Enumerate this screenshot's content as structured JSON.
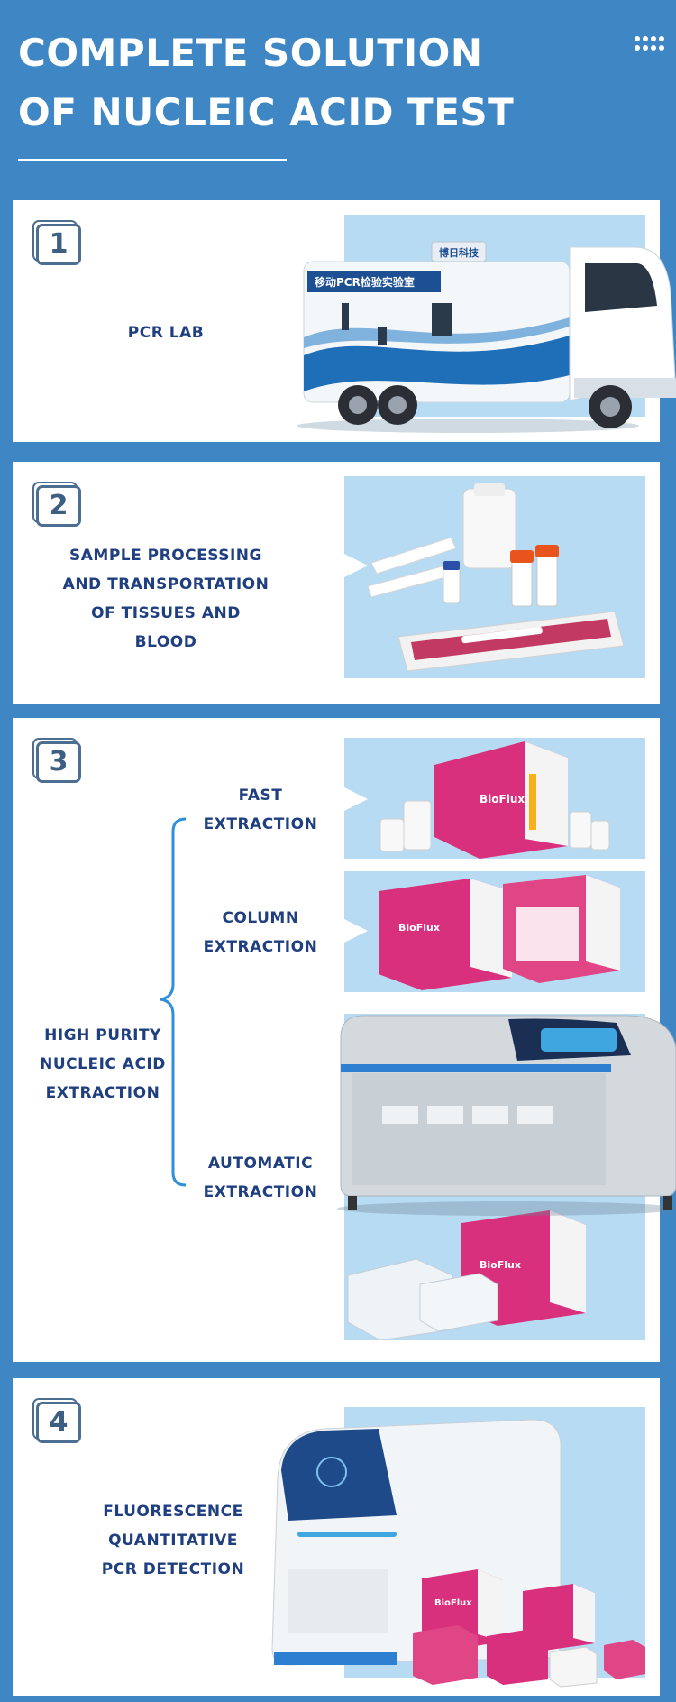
{
  "header": {
    "title_line1": "COMPLETE SOLUTION",
    "title_line2": "OF NUCLEIC ACID TEST"
  },
  "sections": [
    {
      "number": "1",
      "label_lines": [
        "PCR LAB"
      ]
    },
    {
      "number": "2",
      "label_lines": [
        "SAMPLE PROCESSING",
        "AND TRANSPORTATION",
        "OF TISSUES AND BLOOD"
      ]
    },
    {
      "number": "3",
      "main_label_lines": [
        "HIGH PURITY",
        "NUCLEIC ACID",
        "EXTRACTION"
      ],
      "methods": [
        {
          "label_lines": [
            "FAST",
            "EXTRACTION"
          ]
        },
        {
          "label_lines": [
            "COLUMN",
            "EXTRACTION"
          ]
        },
        {
          "label_lines": [
            "AUTOMATIC",
            "EXTRACTION"
          ]
        }
      ]
    },
    {
      "number": "4",
      "label_lines": [
        "FLUORESCENCE",
        "QUANTITATIVE",
        "PCR DETECTION"
      ]
    }
  ],
  "image_text": {
    "truck_cn_banner": "移动PCR检验实验室",
    "truck_cn_brand": "博日科技",
    "kit_brand": "BioFlux"
  },
  "colors": {
    "background": "#3f86c4",
    "panel": "#ffffff",
    "label_text": "#1f3f80",
    "number_badge": "#4c6f91",
    "photo_backdrop": "#b7dbf2",
    "kit_magenta": "#d8307c"
  }
}
